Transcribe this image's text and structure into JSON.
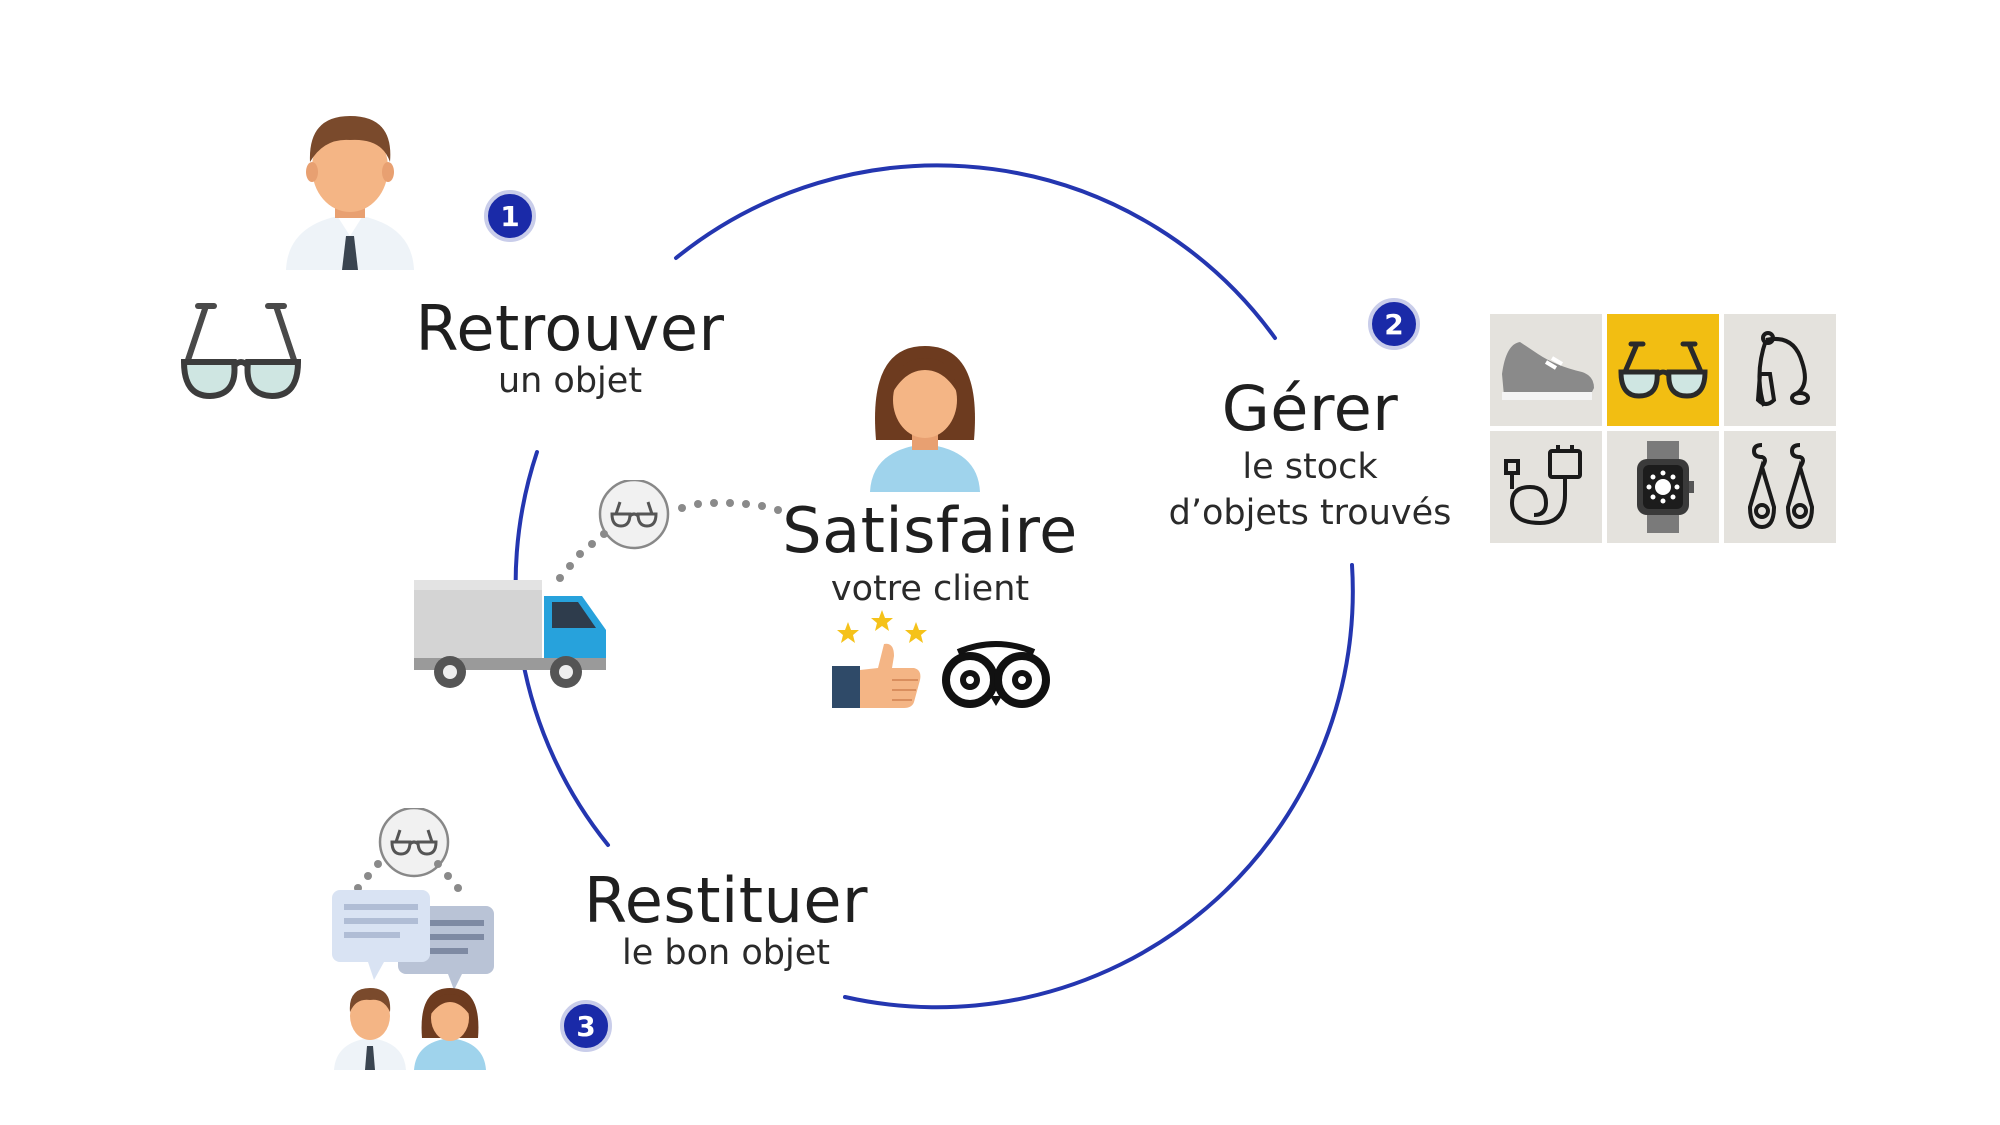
{
  "steps": [
    {
      "number": "1",
      "title": "Retrouver",
      "subtitle": "un objet"
    },
    {
      "number": "2",
      "title": "Gérer",
      "subtitle_lines": [
        "le stock",
        "d’objets trouvés"
      ]
    },
    {
      "number": "3",
      "title": "Restituer",
      "subtitle": "le bon objet"
    }
  ],
  "center": {
    "title": "Satisfaire",
    "subtitle": "votre client"
  },
  "colors": {
    "circle": "#2436b0",
    "badge": "#1a2aa8",
    "highlight": "#f2be12",
    "tile": "#e4e2dd"
  },
  "icons": {
    "step1": [
      "man-avatar-icon",
      "glasses-icon"
    ],
    "step2_grid": [
      "sneaker-icon",
      "glasses-icon",
      "necklace-icon",
      "charger-cable-icon",
      "smartwatch-icon",
      "earrings-icon"
    ],
    "step3": [
      "glasses-bubble-icon",
      "chat-bubbles-icon",
      "man-avatar-icon",
      "woman-avatar-icon"
    ],
    "center": [
      "woman-avatar-icon",
      "delivery-truck-icon",
      "glasses-bubble-icon",
      "stars-icon",
      "thumbs-up-icon",
      "tripadvisor-owl-icon"
    ]
  },
  "grid_highlight_index": 1
}
